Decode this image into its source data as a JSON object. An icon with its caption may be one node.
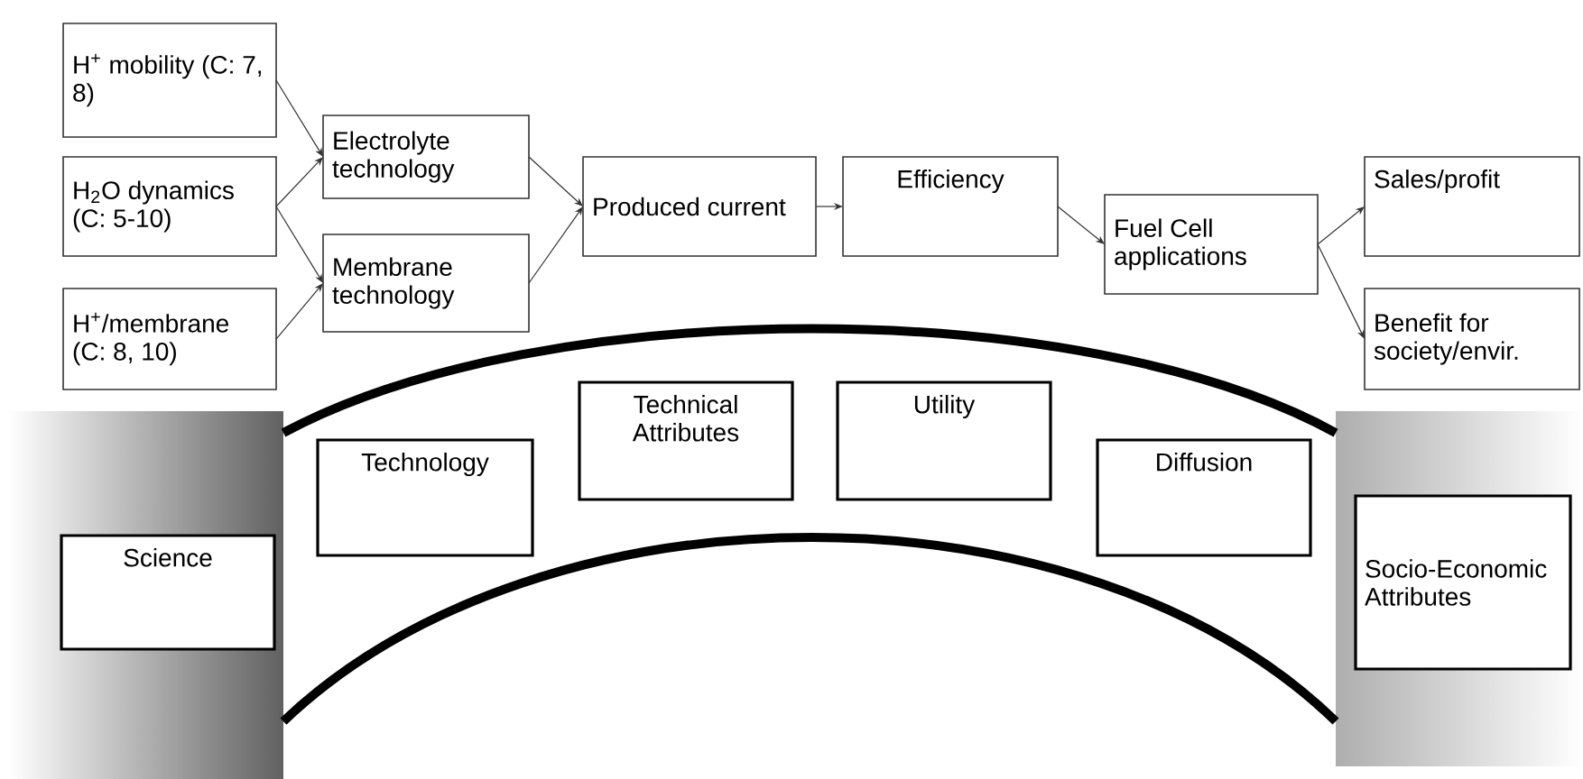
{
  "diagram": {
    "nodes": [
      {
        "text": [
          "H$^{+}$ mobility (C: 7, 8)"
        ]
      },
      {
        "text": [
          "H$_{2}$O dynamics (C: 5-10)"
        ]
      },
      {
        "text": [
          "H$^{+}$/membrane (C: 8, 10)"
        ]
      },
      {
        "text": [
          "Electrolyte technology"
        ]
      },
      {
        "text": [
          "Membrane technology"
        ]
      },
      {
        "text": [
          "Produced current"
        ]
      },
      {
        "text": [
          "Efficiency"
        ]
      },
      {
        "text": [
          "Fuel Cell applications"
        ]
      },
      {
        "text": [
          "Sales/profit"
        ]
      },
      {
        "text": [
          "Benefit for society/envir."
        ]
      },
      {
        "text": [
          "Science"
        ]
      },
      {
        "text": [
          "Technology"
        ]
      },
      {
        "text": [
          "Technical Attributes"
        ]
      },
      {
        "text": [
          "Utility"
        ]
      },
      {
        "text": [
          "Diffusion"
        ]
      },
      {
        "text": [
          "Socio-Economic Attributes"
        ]
      }
    ],
    "edges": [
      {
        "from": 0,
        "to": 3,
        "arrow": "to"
      },
      {
        "from": 1,
        "to": 3,
        "arrow": "to"
      },
      {
        "from": 1,
        "to": 4,
        "arrow": "to"
      },
      {
        "from": 2,
        "to": 4,
        "arrow": "to"
      },
      {
        "from": 3,
        "to": 5,
        "arrow": "to"
      },
      {
        "from": 4,
        "to": 5,
        "arrow": "to"
      },
      {
        "from": 5,
        "to": 6,
        "arrow": "to"
      },
      {
        "from": 6,
        "to": 7,
        "arrow": "to"
      },
      {
        "from": 7,
        "to": 8,
        "arrow": "to"
      },
      {
        "from": 7,
        "to": 9,
        "arrow": "to"
      }
    ]
  }
}
